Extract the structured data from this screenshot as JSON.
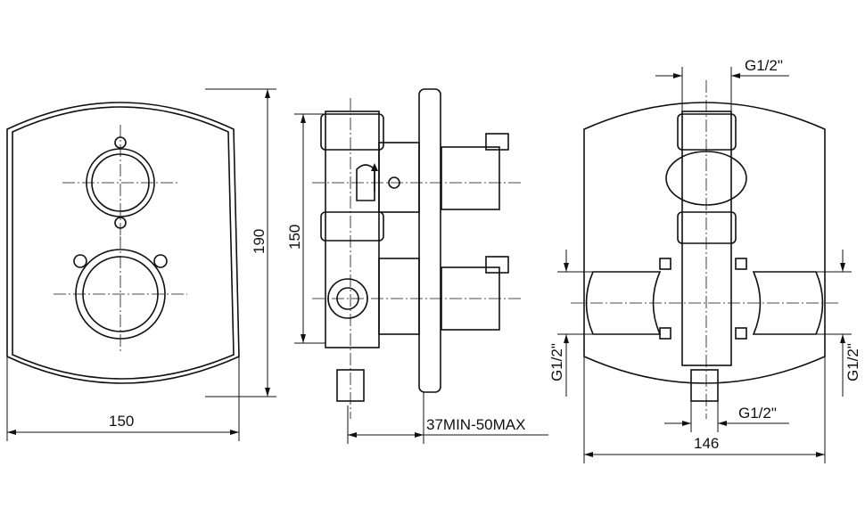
{
  "drawing": {
    "front_view": {
      "width_label": "150",
      "height_label": "190"
    },
    "side_view": {
      "height_label": "150",
      "depth_label": "37MIN-50MAX"
    },
    "back_view": {
      "width_label": "146",
      "top_thread_label": "G1/2\"",
      "bottom_thread_label": "G1/2\"",
      "left_thread_label": "G1/2\"",
      "right_thread_label": "G1/2\""
    },
    "line_color": "#111111"
  }
}
